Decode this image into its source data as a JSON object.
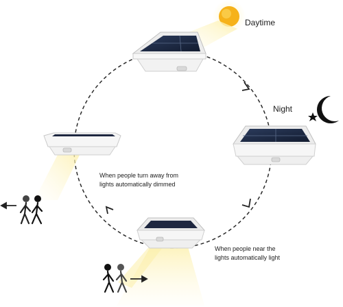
{
  "labels": {
    "daytime": "Daytime",
    "night": "Night",
    "dimmed_line1": "When people turn away from",
    "dimmed_line2": "lights automatically dimmed",
    "light_line1": "When people near the",
    "light_line2": "lights automatically light"
  },
  "colors": {
    "sun": "#f6b21a",
    "moon": "#111111",
    "lamp_body": "#f4f4f4",
    "solar_panel": "#1d2a45",
    "light_beam": "#fdf3b8",
    "arrow": "#222222"
  },
  "icons": [
    "sun-icon",
    "moon-icon",
    "star-icon",
    "person-icon",
    "arrow-icon",
    "solar-lamp-icon"
  ]
}
